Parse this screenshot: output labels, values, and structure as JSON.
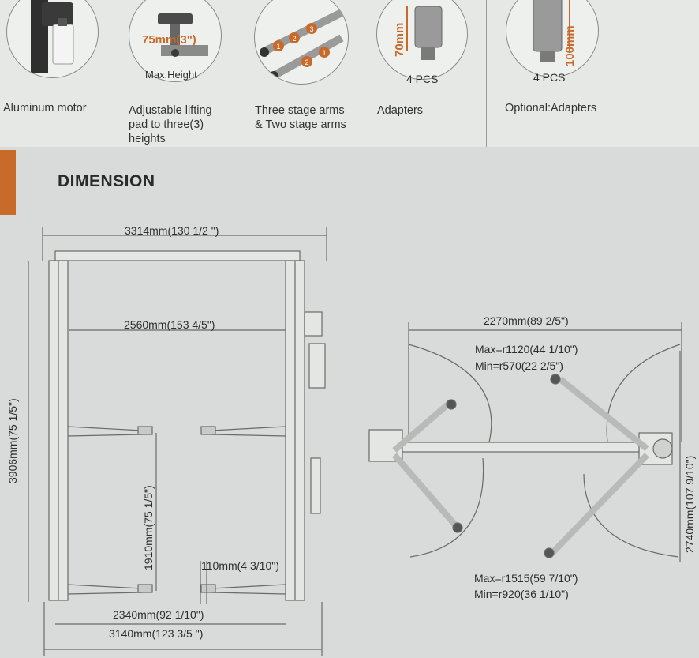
{
  "features": [
    {
      "caption": "Aluminum motor",
      "icon": "motor-icon"
    },
    {
      "caption_lines": [
        "Adjustable lifting",
        "pad to three(3)",
        "heights"
      ],
      "badge": "75mm(3\")",
      "badge_sub": "Max.Height",
      "icon": "lifting-pad-icon"
    },
    {
      "caption_lines": [
        "Three stage arms",
        "& Two stage arms"
      ],
      "icon": "arms-icon",
      "stage_labels": [
        "1",
        "2",
        "3",
        "1",
        "2"
      ]
    },
    {
      "caption": "Adapters",
      "badge": "70mm",
      "badge_sub": "4 PCS",
      "icon": "adapter-icon"
    },
    {
      "caption": "Optional:Adapters",
      "badge": "100mm",
      "badge_sub": "4 PCS",
      "icon": "optional-adapter-icon"
    }
  ],
  "section": {
    "title": "DIMENSION"
  },
  "front_view": {
    "overall_width": "3314mm(130 1/2 \")",
    "inner_width": "2560mm(153 4/5\")",
    "height": "3906mm(75 1/5\")",
    "arm_height": "1910mm(75 1/5\")",
    "pad_height": "110mm(4 3/10\")",
    "base_inner": "2340mm(92 1/10\")",
    "base_outer": "3140mm(123 3/5 \")"
  },
  "top_view": {
    "width": "2270mm(89 2/5\")",
    "depth": "2740mm(107 9/10\")",
    "short_max": "Max=r1120(44 1/10\")",
    "short_min": "Min=r570(22 2/5\")",
    "long_max": "Max=r1515(59 7/10\")",
    "long_min": "Min=r920(36 1/10\")"
  },
  "colors": {
    "accent": "#c86a2a",
    "background": "#d8dbd9",
    "line": "#6a6a6a"
  }
}
